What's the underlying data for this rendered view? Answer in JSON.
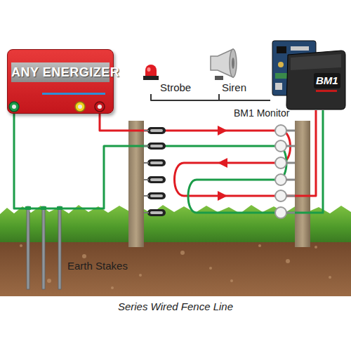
{
  "diagram": {
    "caption": "Series Wired Fence Line",
    "nodes": [
      {
        "text": [
          "ANY ENERGIZER"
        ]
      },
      {
        "text": [
          "BM1 Monitor"
        ]
      },
      {
        "text": [
          "Strobe"
        ]
      },
      {
        "text": [
          "Siren"
        ]
      }
    ],
    "edges": [
      {
        "from": 0,
        "to": 1,
        "arrow": "none"
      },
      {
        "from": 0,
        "to": 1,
        "arrow": "none"
      },
      {
        "from": 2,
        "to": 1,
        "arrow": "none"
      },
      {
        "from": 3,
        "to": 1,
        "arrow": "none"
      }
    ],
    "labels": [
      "BM1",
      "Earth Stakes"
    ]
  }
}
